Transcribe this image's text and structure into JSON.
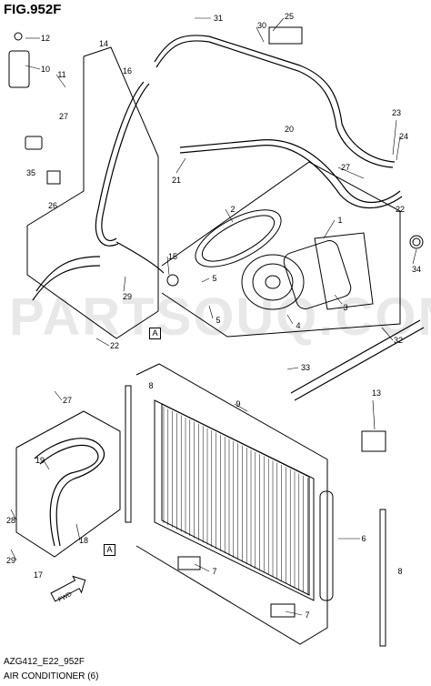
{
  "figure": {
    "title": "FIG.952F",
    "code": "AZG412_E22_952F",
    "caption": "AIR CONDITIONER (6)",
    "watermark": "PARTSOUQ.COM"
  },
  "callouts": {
    "c1": "1",
    "c3": "3",
    "c4": "4",
    "c5a": "5",
    "c5b": "5",
    "c6": "6",
    "c7a": "7",
    "c7b": "7",
    "c8a": "8",
    "c8b": "8",
    "c9": "9",
    "c10": "10",
    "c11": "11",
    "c12": "12",
    "c13": "13",
    "c14": "14",
    "c15": "15",
    "c16": "16",
    "c17": "17",
    "c18": "18",
    "c19": "19",
    "c20": "20",
    "c21": "21",
    "c22a": "22",
    "c22b": "22",
    "c23": "23",
    "c24": "24",
    "c25": "25",
    "c26": "26",
    "c27a": "27",
    "c27b": "27",
    "c27c": "27",
    "c28": "28",
    "c29a": "29",
    "c29b": "29",
    "c30": "30",
    "c31": "31",
    "c32": "32",
    "c33": "33",
    "c34": "34",
    "c35": "35",
    "c2": "2"
  },
  "ref_marks": {
    "a1": "A",
    "a2": "A"
  },
  "fwd_label": "FWD",
  "colors": {
    "line": "#000000",
    "watermark": "#bebebe",
    "background": "#ffffff"
  }
}
